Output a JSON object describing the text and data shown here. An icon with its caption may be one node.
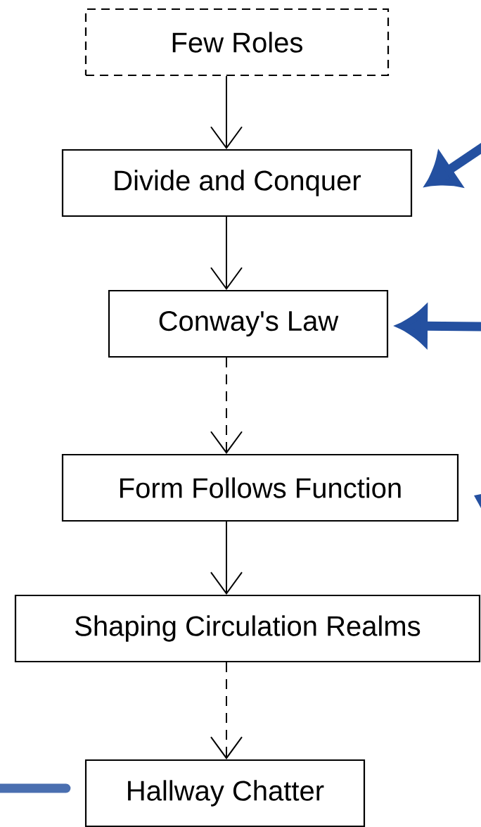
{
  "diagram": {
    "nodes": [
      {
        "text": [
          "Few Roles"
        ]
      },
      {
        "text": [
          "Divide and Conquer"
        ]
      },
      {
        "text": [
          "Conway's Law"
        ]
      },
      {
        "text": [
          "Form Follows Function"
        ]
      },
      {
        "text": [
          "Shaping Circulation Realms"
        ]
      },
      {
        "text": [
          "Hallway Chatter"
        ]
      }
    ],
    "edges": [
      {
        "from": 0,
        "to": 1,
        "arrow": "to"
      },
      {
        "from": 1,
        "to": 2,
        "arrow": "to"
      },
      {
        "from": 2,
        "to": 3,
        "arrow": "to",
        "style": "dashed"
      },
      {
        "from": 3,
        "to": 4,
        "arrow": "to"
      },
      {
        "from": 4,
        "to": 5,
        "arrow": "to",
        "style": "dashed"
      },
      {
        "from": null,
        "to": 1,
        "arrow": "to",
        "style": "thick",
        "color": "#2450a0"
      },
      {
        "from": null,
        "to": 2,
        "arrow": "to",
        "style": "thick",
        "color": "#2450a0"
      },
      {
        "from": null,
        "to": 5,
        "arrow": "none",
        "style": "thick",
        "color": "#4a6fb0"
      }
    ]
  }
}
